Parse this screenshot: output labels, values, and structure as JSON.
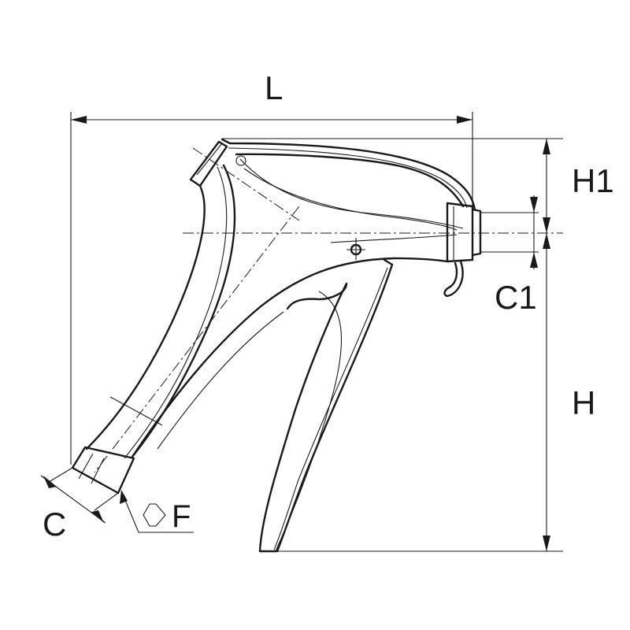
{
  "dimensions": {
    "L": "L",
    "H1": "H1",
    "C1": "C1",
    "H": "H",
    "C": "C",
    "F": "F"
  }
}
